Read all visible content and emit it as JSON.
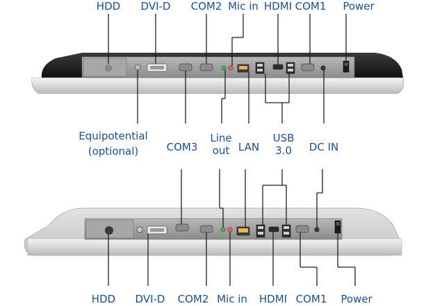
{
  "top_labels": {
    "hdd": "HDD",
    "dvi_d": "DVI-D",
    "com2": "COM2",
    "mic_in": "Mic in",
    "hdmi": "HDMI",
    "com1": "COM1",
    "power": "Power"
  },
  "middle_labels": {
    "equipotential_line1": "Equipotential",
    "equipotential_line2": "(optional)",
    "com3": "COM3",
    "line_out_line1": "Line",
    "line_out_line2": "out",
    "lan": "LAN",
    "usb_line1": "USB",
    "usb_line2": "3.0",
    "dc_in": "DC IN"
  },
  "bottom_labels": {
    "hdd": "HDD",
    "dvi_d": "DVI-D",
    "com2": "COM2",
    "mic_in": "Mic in",
    "hdmi": "HDMI",
    "com1": "COM1",
    "power": "Power"
  },
  "colors": {
    "label_text": "#1b4f8f",
    "leader_line": "#1f1f1f",
    "bezel_dark": "#1c1c1c",
    "bezel_silver": "#d9d9d9",
    "panel_gray": "#9a9a9a",
    "port_orange": "#e8b64a",
    "jack_green": "#4caf50",
    "jack_pink": "#e0607a"
  }
}
